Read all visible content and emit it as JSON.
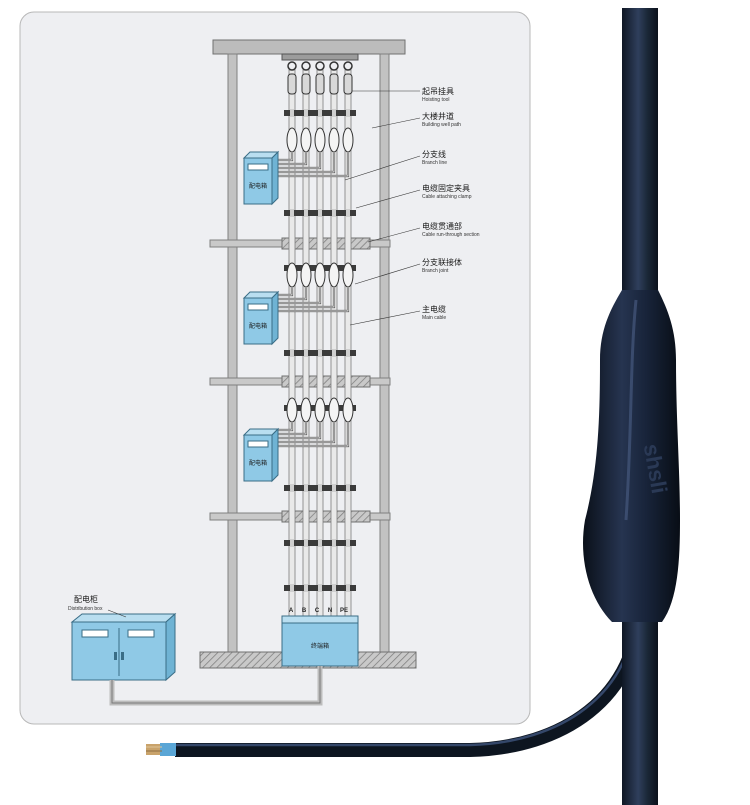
{
  "callouts": [
    {
      "id": "hoisting",
      "cn": "起吊挂具",
      "en": "Hoisting tool"
    },
    {
      "id": "wellpath",
      "cn": "大楼井道",
      "en": "Building well path"
    },
    {
      "id": "branchline",
      "cn": "分支线",
      "en": "Branch line"
    },
    {
      "id": "clamp",
      "cn": "电缆固定夹具",
      "en": "Cable attaching clamp"
    },
    {
      "id": "runthrough",
      "cn": "电缆贯通部",
      "en": "Cable run-through section"
    },
    {
      "id": "joint",
      "cn": "分支联接体",
      "en": "Branch joint"
    },
    {
      "id": "maincable",
      "cn": "主电缆",
      "en": "Main cable"
    }
  ],
  "distribution_box": {
    "cn": "配电柜",
    "en": "Distribution box"
  },
  "meter_box_label": "配电箱",
  "terminal_box_label": "终端箱",
  "phases": [
    "A",
    "B",
    "C",
    "N",
    "PE"
  ],
  "logo_text": "shsli",
  "colors": {
    "panel_bg": "#eeeff2",
    "frame": "#9a9a9a",
    "box_fill": "#8fc9e6",
    "cable_dark": "#1b2838",
    "cable_highlight": "#3c4f6e"
  }
}
